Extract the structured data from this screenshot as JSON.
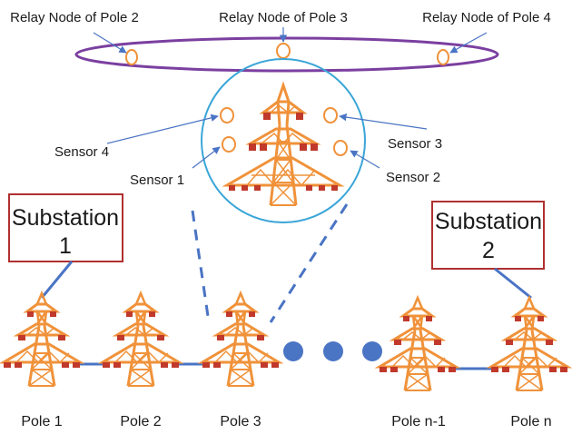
{
  "labels": {
    "relay_pole2": "Relay Node of Pole 2",
    "relay_pole3": "Relay Node of Pole 3",
    "relay_pole4": "Relay Node of Pole 4",
    "sensor4": "Sensor 4",
    "sensor3": "Sensor 3",
    "sensor1": "Sensor 1",
    "sensor2": "Sensor 2"
  },
  "substations": [
    {
      "line1": "Substation",
      "line2": "1"
    },
    {
      "line1": "Substation",
      "line2": "2"
    }
  ],
  "poles": [
    "Pole 1",
    "Pole 2",
    "Pole 3",
    "Pole n-1",
    "Pole n"
  ],
  "colors": {
    "tower": "#f0923a",
    "crossarm": "#c0392b",
    "line": "#4a74c4",
    "ring": "#7b3fa0",
    "zoom_circle": "#3aa6d8",
    "substation_border": "#b03030",
    "dots": "#4a74c4"
  }
}
